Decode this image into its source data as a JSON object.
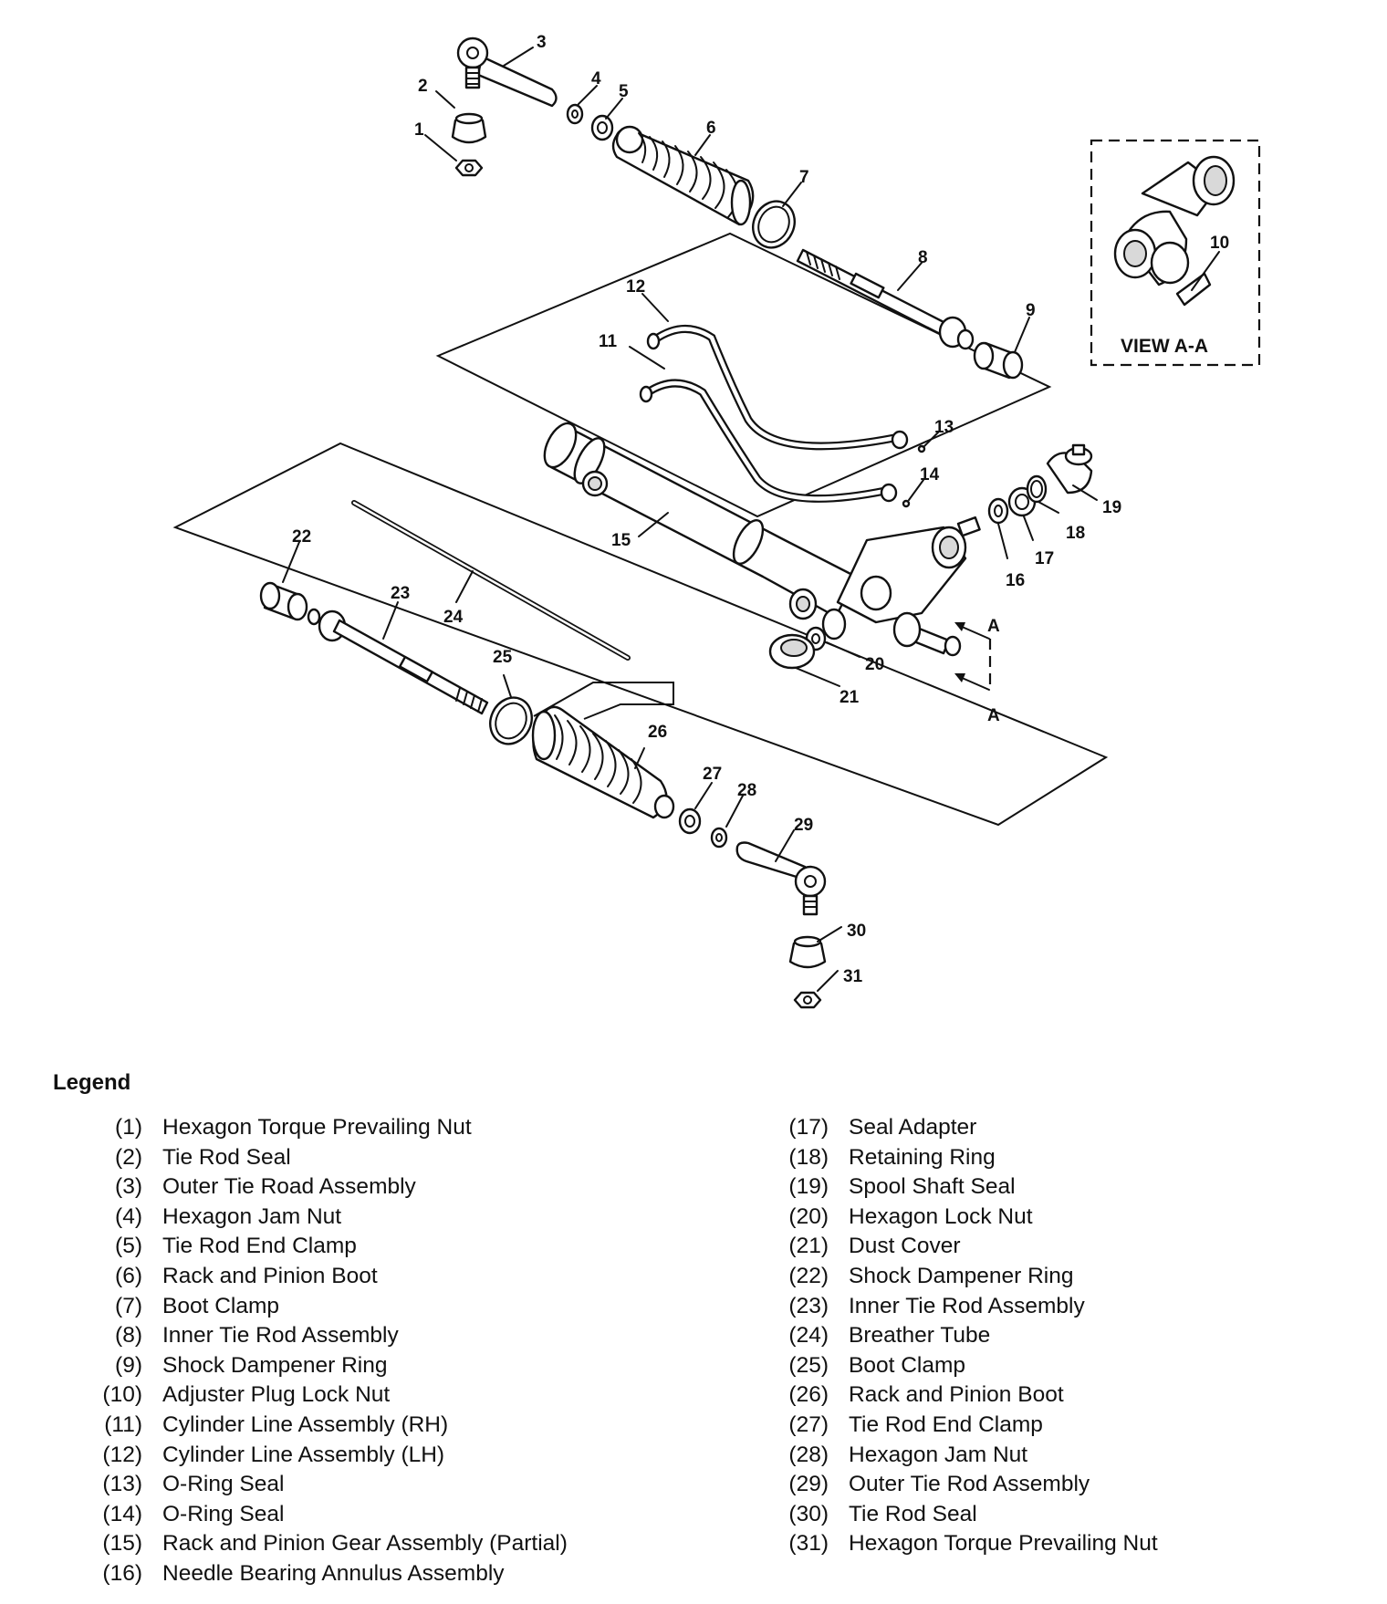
{
  "callouts": {
    "c1": "1",
    "c2": "2",
    "c3": "3",
    "c4": "4",
    "c5": "5",
    "c6": "6",
    "c7": "7",
    "c8": "8",
    "c9": "9",
    "c10": "10",
    "c11": "11",
    "c12": "12",
    "c13": "13",
    "c14": "14",
    "c15": "15",
    "c16": "16",
    "c17": "17",
    "c18": "18",
    "c19": "19",
    "c20": "20",
    "c21": "21",
    "c22": "22",
    "c23": "23",
    "c24": "24",
    "c25": "25",
    "c26": "26",
    "c27": "27",
    "c28": "28",
    "c29": "29",
    "c30": "30",
    "c31": "31"
  },
  "section_marker": "A",
  "view_label": "VIEW A-A",
  "legend": {
    "title": "Legend",
    "left": [
      {
        "num": "(1)",
        "label": "Hexagon Torque Prevailing Nut"
      },
      {
        "num": "(2)",
        "label": "Tie Rod Seal"
      },
      {
        "num": "(3)",
        "label": "Outer Tie Road Assembly"
      },
      {
        "num": "(4)",
        "label": "Hexagon Jam Nut"
      },
      {
        "num": "(5)",
        "label": "Tie Rod End Clamp"
      },
      {
        "num": "(6)",
        "label": "Rack and Pinion Boot"
      },
      {
        "num": "(7)",
        "label": "Boot Clamp"
      },
      {
        "num": "(8)",
        "label": "Inner Tie Rod Assembly"
      },
      {
        "num": "(9)",
        "label": "Shock Dampener Ring"
      },
      {
        "num": "(10)",
        "label": "Adjuster Plug Lock Nut"
      },
      {
        "num": "(11)",
        "label": "Cylinder Line Assembly (RH)"
      },
      {
        "num": "(12)",
        "label": "Cylinder Line Assembly (LH)"
      },
      {
        "num": "(13)",
        "label": "O-Ring Seal"
      },
      {
        "num": "(14)",
        "label": "O-Ring Seal"
      },
      {
        "num": "(15)",
        "label": "Rack and Pinion Gear Assembly (Partial)"
      },
      {
        "num": "(16)",
        "label": "Needle Bearing Annulus Assembly"
      }
    ],
    "right": [
      {
        "num": "(17)",
        "label": "Seal Adapter"
      },
      {
        "num": "(18)",
        "label": "Retaining Ring"
      },
      {
        "num": "(19)",
        "label": "Spool Shaft Seal"
      },
      {
        "num": "(20)",
        "label": "Hexagon Lock Nut"
      },
      {
        "num": "(21)",
        "label": "Dust Cover"
      },
      {
        "num": "(22)",
        "label": "Shock Dampener Ring"
      },
      {
        "num": "(23)",
        "label": "Inner Tie Rod Assembly"
      },
      {
        "num": "(24)",
        "label": "Breather Tube"
      },
      {
        "num": "(25)",
        "label": "Boot Clamp"
      },
      {
        "num": "(26)",
        "label": "Rack and Pinion Boot"
      },
      {
        "num": "(27)",
        "label": "Tie Rod End Clamp"
      },
      {
        "num": "(28)",
        "label": "Hexagon Jam Nut"
      },
      {
        "num": "(29)",
        "label": "Outer Tie Rod Assembly"
      },
      {
        "num": "(30)",
        "label": "Tie Rod Seal"
      },
      {
        "num": "(31)",
        "label": "Hexagon Torque Prevailing Nut"
      }
    ]
  }
}
